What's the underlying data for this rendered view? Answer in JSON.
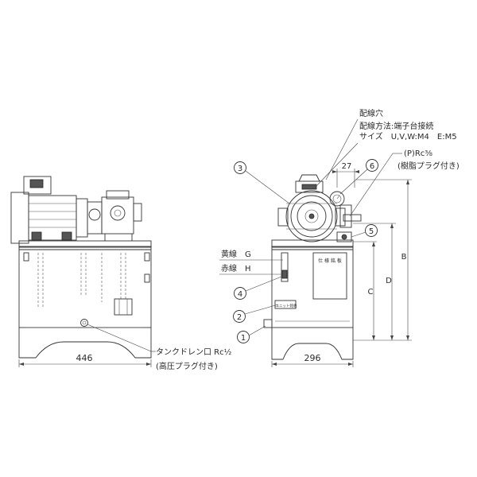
{
  "dimensions": {
    "front_width": "446",
    "side_width": "296",
    "dim_27": "27",
    "dim_B": "B",
    "dim_C": "C",
    "dim_D": "D"
  },
  "annotations": {
    "wiring_hole": "配線穴",
    "wiring_method": "配線方法:端子台接続",
    "wiring_size": "サイズ　U,V,W:M4　E:M5",
    "port_top": "(P)Rc⅜",
    "port_top_note": "(樹脂プラグ付き)",
    "label_yellow": "黄線　G",
    "label_red": "赤線　H",
    "drain": "タンクドレン口 Rc½",
    "drain_note": "(高圧プラグ付き)",
    "nameplate_main": "仕 様 銘 板",
    "nameplate_small": "ユニット銘板"
  },
  "callouts": [
    "1",
    "2",
    "3",
    "4",
    "5",
    "6"
  ]
}
